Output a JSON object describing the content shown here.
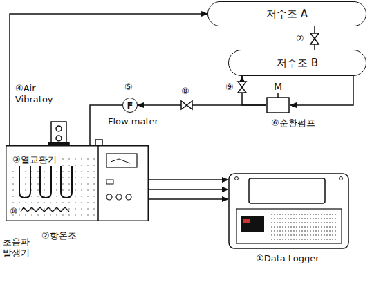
{
  "diagram": {
    "nodes": [
      {
        "text": [
          "저수조 A"
        ]
      },
      {
        "text": [
          "저수조 B"
        ]
      },
      {
        "text": [
          "M"
        ]
      },
      {
        "text": [
          "F"
        ]
      },
      {
        "text": [
          "②항온조"
        ]
      },
      {
        "text": [
          "③열교환기"
        ],
        "in": 4
      },
      {
        "text": [
          "①Data Logger"
        ]
      }
    ],
    "edges": [
      {
        "from": 0,
        "to": 1,
        "arrow": "none"
      },
      {
        "from": 1,
        "to": 2,
        "arrow": "to"
      },
      {
        "from": 2,
        "to": 3,
        "arrow": "to"
      },
      {
        "from": 2,
        "to": 1,
        "arrow": "to"
      },
      {
        "from": 3,
        "to": 4,
        "arrow": "none"
      },
      {
        "from": 4,
        "to": 0,
        "arrow": "to"
      },
      {
        "from": 4,
        "to": 6,
        "arrow": "to"
      },
      {
        "from": 4,
        "to": 6,
        "arrow": "to"
      },
      {
        "from": 4,
        "to": 6,
        "arrow": "to"
      }
    ],
    "labels": [
      "⑦",
      "⑨",
      "⑧",
      "⑤",
      "Flow mater",
      "⑥순환펌프",
      "④Air Vibratoy",
      "⑩",
      "초음파 발생기"
    ]
  }
}
